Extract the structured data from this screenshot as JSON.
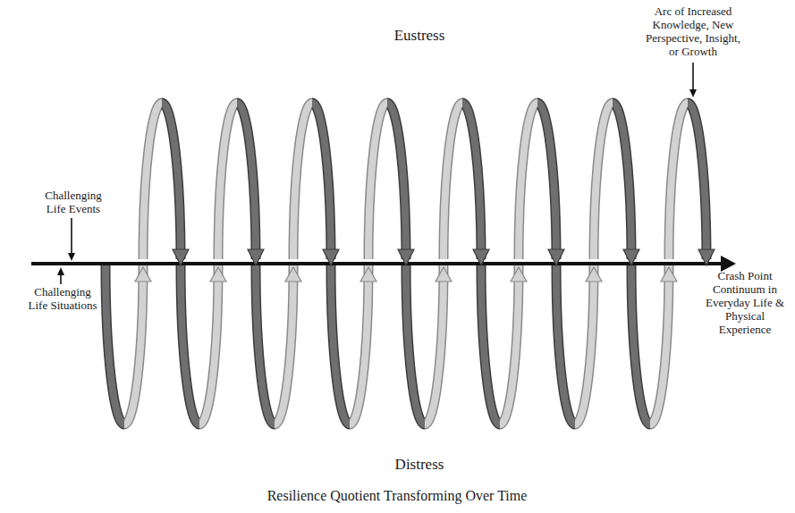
{
  "diagram": {
    "caption": "Resilience Quotient Transforming Over Time",
    "labels": [
      "Eustress",
      "Arc of Increased Knowledge, New Perspective, Insight, or Growth",
      "Challenging Life Events",
      "Challenging Life Situations",
      "Crash Point Continuum in Everyday Life & Physical Experience",
      "Distress"
    ]
  }
}
